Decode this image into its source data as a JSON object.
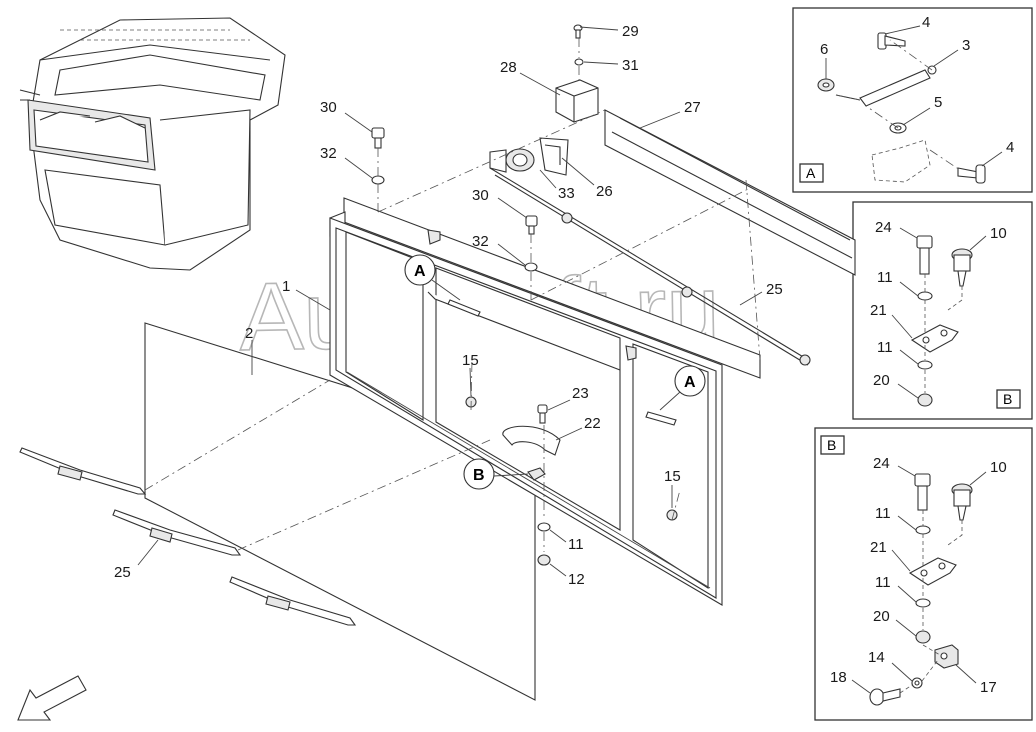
{
  "watermark": "AutoSoft.ru",
  "labels": {
    "l1": "1",
    "l2": "2",
    "l10a": "10",
    "l10b": "10",
    "l11a": "11",
    "l11b": "11",
    "l11c": "11",
    "l11d": "11",
    "l11e": "11",
    "l12": "12",
    "l14": "14",
    "l15a": "15",
    "l15b": "15",
    "l17": "17",
    "l18": "18",
    "l20a": "20",
    "l20b": "20",
    "l21a": "21",
    "l21b": "21",
    "l22": "22",
    "l23": "23",
    "l24a": "24",
    "l24b": "24",
    "l25a": "25",
    "l25b": "25",
    "l26": "26",
    "l27": "27",
    "l28": "28",
    "l29": "29",
    "l30a": "30",
    "l30b": "30",
    "l31": "31",
    "l32a": "32",
    "l32b": "32",
    "l33": "33",
    "l3": "3",
    "l4a": "4",
    "l4b": "4",
    "l5": "5",
    "l6": "6"
  },
  "callouts": {
    "a1": "A",
    "a2": "A",
    "b1": "B"
  },
  "detail_boxes": {
    "box_a": "A",
    "box_b_top": "B",
    "box_b_bottom": "B"
  }
}
